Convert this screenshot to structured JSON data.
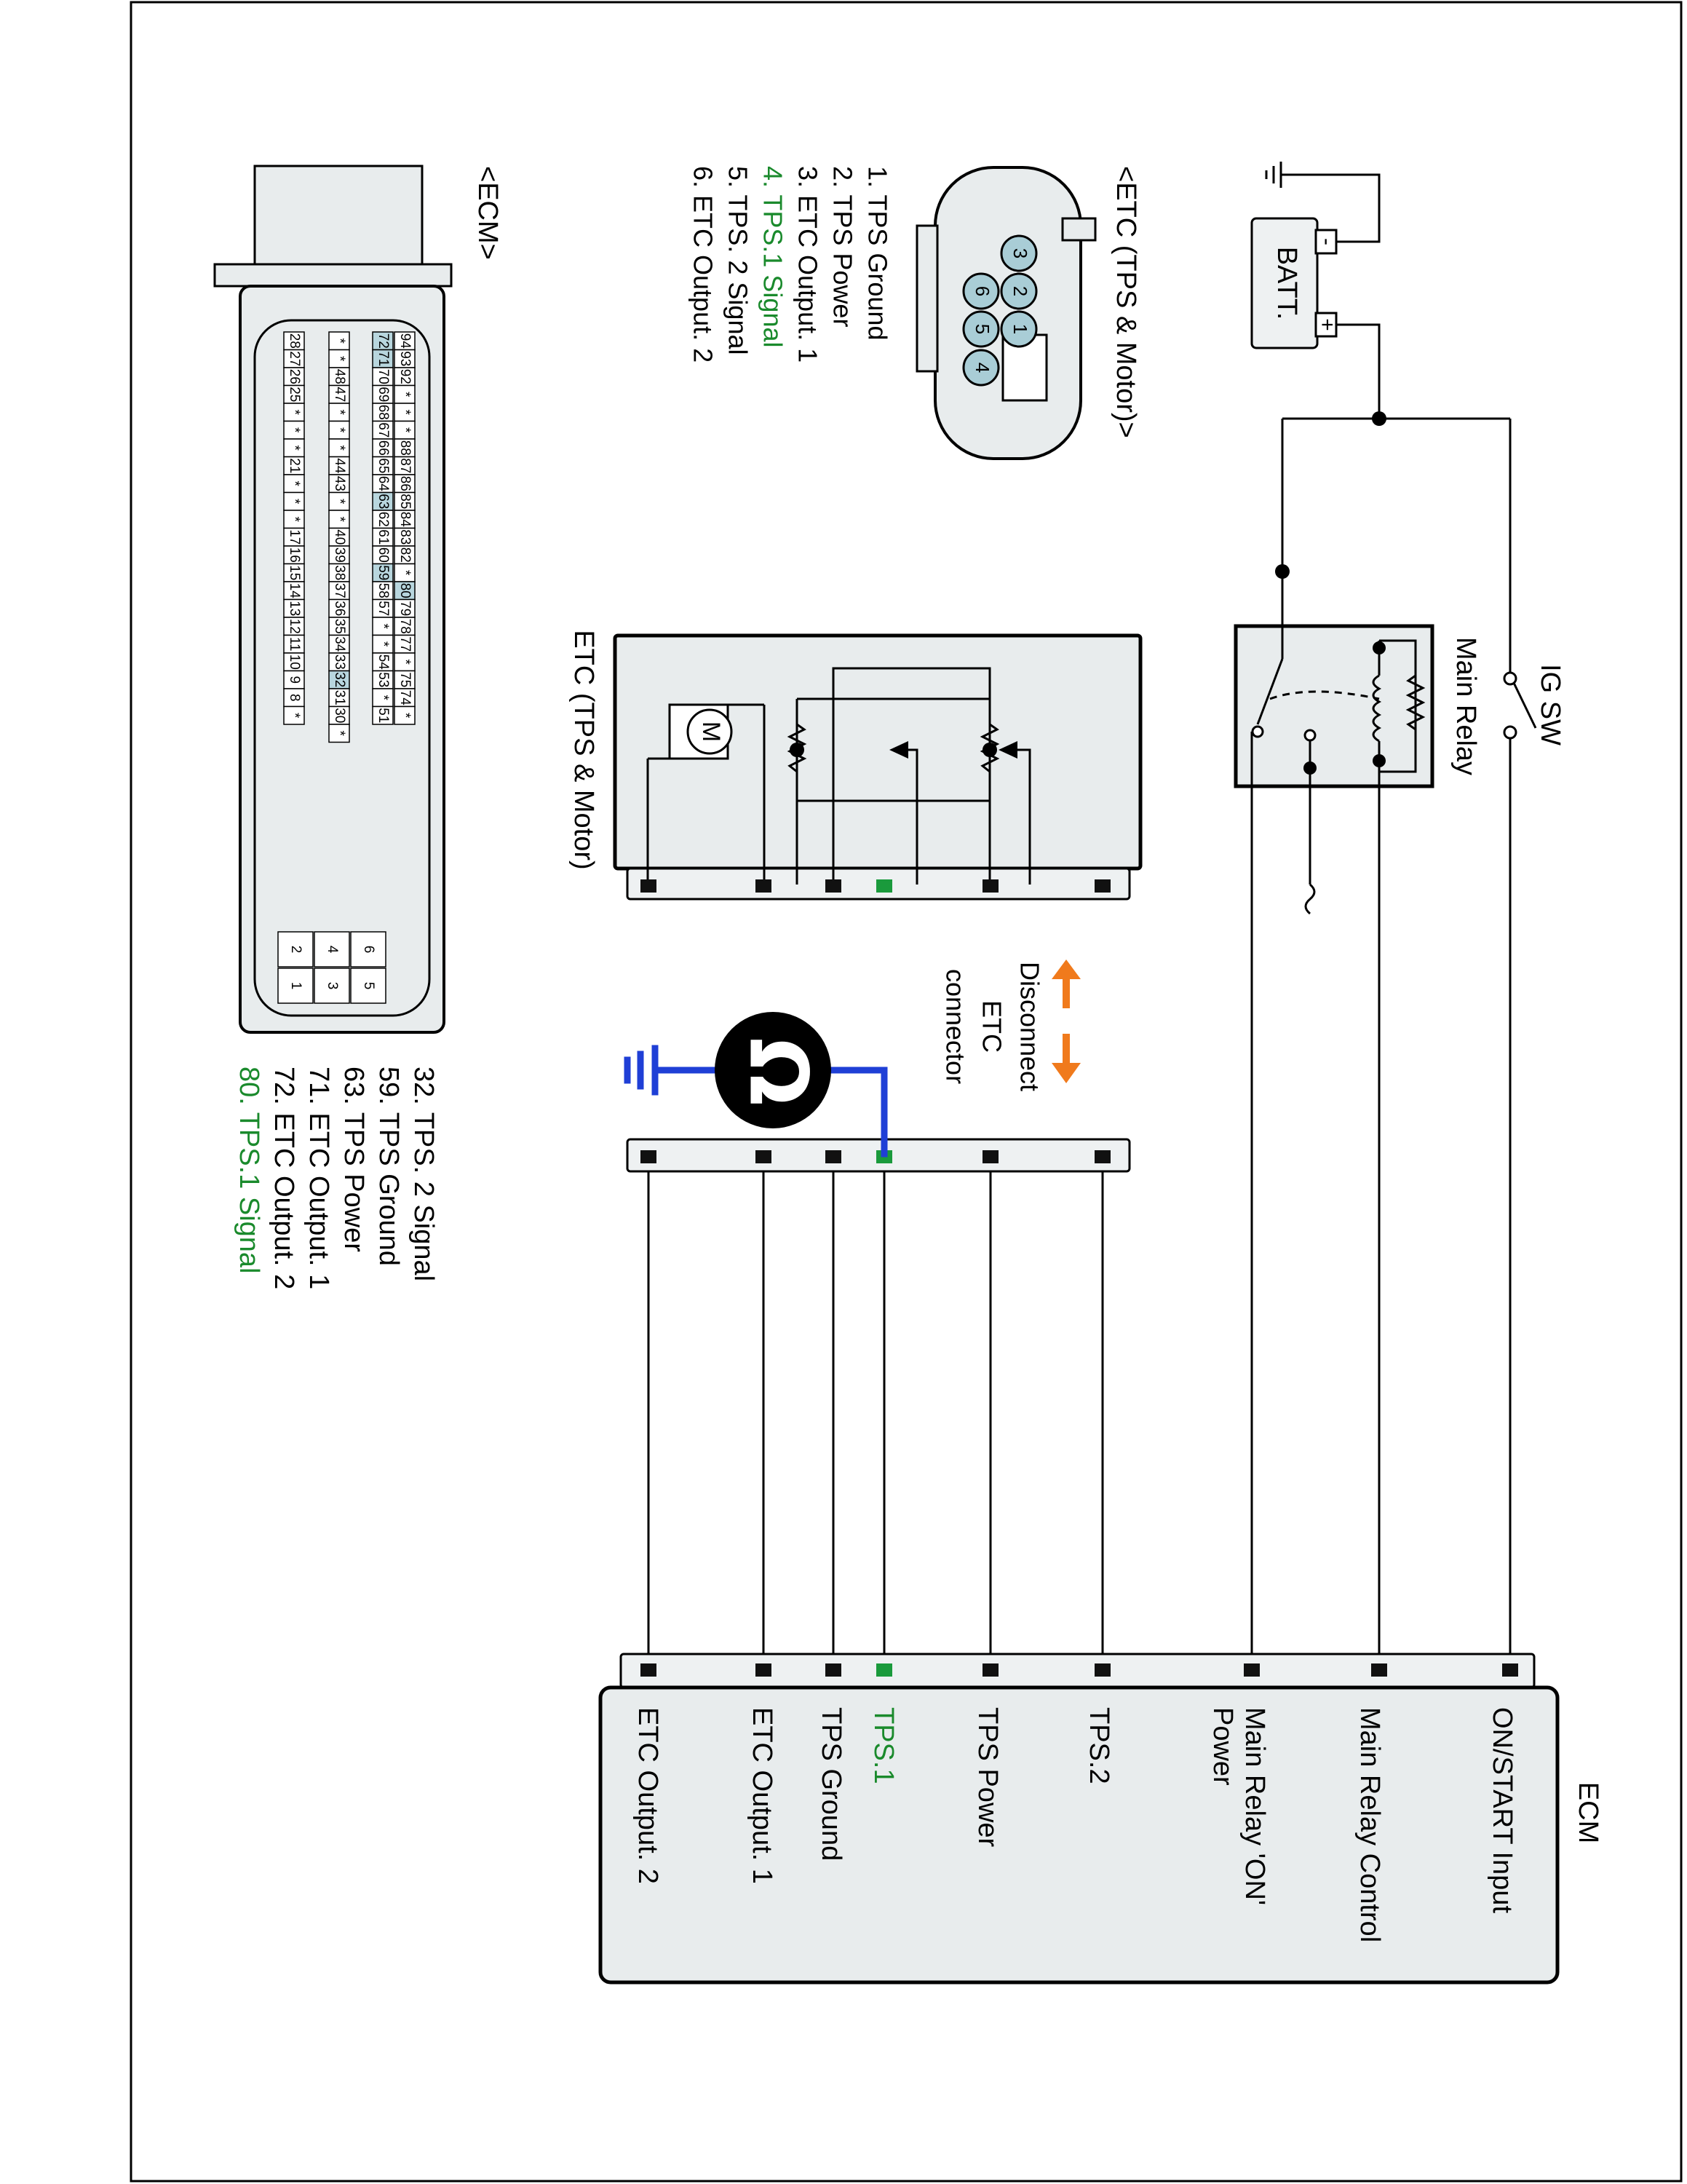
{
  "colors": {
    "signal_highlight": "#1a8a2c",
    "probe_wire": "#1f3fd6",
    "disconnect_arrow": "#f07a1c",
    "module_fill": "#e8eced",
    "pin_highlight": "#b8d6de"
  },
  "labels": {
    "ig_sw": "IG SW",
    "main_relay": "Main Relay",
    "batt": "BATT.",
    "batt_minus": "-",
    "batt_plus": "+",
    "etc_module": "ETC (TPS & Motor)",
    "motor": "M",
    "disconnect_l1": "Disconnect",
    "disconnect_l2": "ETC",
    "disconnect_l3": "connector",
    "ecm": "ECM"
  },
  "ecm_pins": [
    "ON/START Input",
    "Main Relay Control",
    "Main Relay 'ON'",
    "Power",
    "TPS.2",
    "TPS Power",
    "TPS.1",
    "TPS Ground",
    "ETC Output. 1",
    "ETC Output. 2"
  ],
  "etc_connector": {
    "title": "<ETC (TPS & Motor)>",
    "pin_numbers": [
      "1",
      "2",
      "3",
      "4",
      "5",
      "6"
    ],
    "legend": [
      "1. TPS Ground",
      "2. TPS Power",
      "3. ETC Output. 1",
      "4. TPS.1 Signal",
      "5. TPS. 2 Signal",
      "6. ETC Output. 2"
    ]
  },
  "ecm_connector": {
    "title": "<ECM>",
    "rows": [
      [
        "94",
        "93",
        "92",
        "*",
        "*",
        "*",
        "88",
        "87",
        "86",
        "85",
        "84",
        "83",
        "82",
        "*",
        "80",
        "79",
        "78",
        "77",
        "*",
        "75",
        "74",
        "*"
      ],
      [
        "72",
        "71",
        "70",
        "69",
        "68",
        "67",
        "66",
        "65",
        "64",
        "63",
        "62",
        "61",
        "60",
        "59",
        "58",
        "57",
        "*",
        "*",
        "54",
        "53",
        "*",
        "51"
      ],
      [
        "*",
        "*",
        "48",
        "47",
        "*",
        "*",
        "*",
        "44",
        "43",
        "*",
        "*",
        "40",
        "39",
        "38",
        "37",
        "36",
        "35",
        "34",
        "33",
        "32",
        "31",
        "30",
        "*"
      ],
      [
        "28",
        "27",
        "26",
        "25",
        "*",
        "*",
        "*",
        "21",
        "*",
        "*",
        "*",
        "17",
        "16",
        "15",
        "14",
        "13",
        "12",
        "11",
        "10",
        "9",
        "8",
        "*"
      ]
    ],
    "small_block": [
      "6",
      "5",
      "4",
      "3",
      "2",
      "1"
    ],
    "legend": [
      "32. TPS. 2 Signal",
      "59. TPS Ground",
      "63. TPS Power",
      "71. ETC Output. 1",
      "72. ETC Output. 2",
      "80. TPS.1 Signal"
    ]
  }
}
